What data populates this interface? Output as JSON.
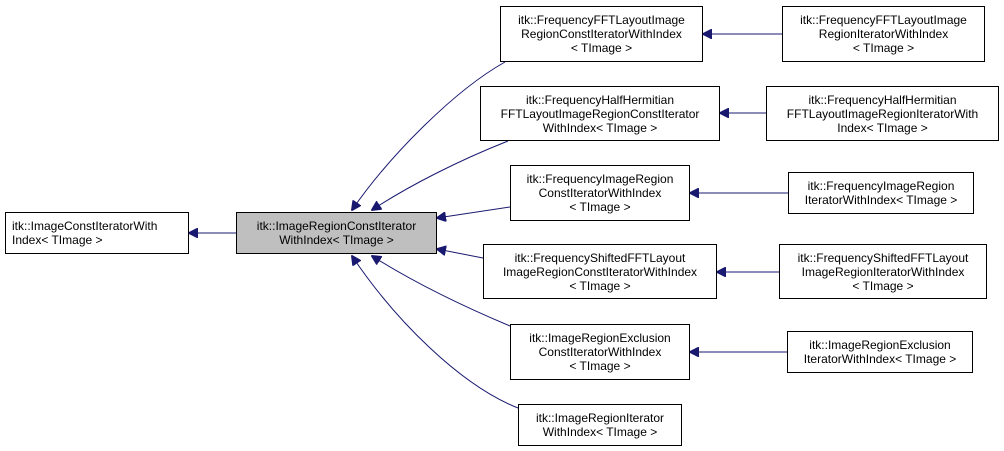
{
  "colors": {
    "edge": "#191970",
    "node_border": "#000000",
    "node_fill": "#ffffff",
    "focus_fill": "#bfbfbf"
  },
  "nodes": {
    "base": [
      "itk::ImageConstIteratorWith",
      "Index< TImage >"
    ],
    "focus": [
      "itk::ImageRegionConstIterator",
      "WithIndex< TImage >"
    ],
    "fft_const": [
      "itk::FrequencyFFTLayoutImage",
      "RegionConstIteratorWithIndex",
      "< TImage >"
    ],
    "fft": [
      "itk::FrequencyFFTLayoutImage",
      "RegionIteratorWithIndex",
      "< TImage >"
    ],
    "herm_const": [
      "itk::FrequencyHalfHermitian",
      "FFTLayoutImageRegionConstIterator",
      "WithIndex< TImage >"
    ],
    "herm": [
      "itk::FrequencyHalfHermitian",
      "FFTLayoutImageRegionIteratorWith",
      "Index< TImage >"
    ],
    "freq_const": [
      "itk::FrequencyImageRegion",
      "ConstIteratorWithIndex",
      "< TImage >"
    ],
    "freq": [
      "itk::FrequencyImageRegion",
      "IteratorWithIndex< TImage >"
    ],
    "shift_const": [
      "itk::FrequencyShiftedFFTLayout",
      "ImageRegionConstIteratorWithIndex",
      "< TImage >"
    ],
    "shift": [
      "itk::FrequencyShiftedFFTLayout",
      "ImageRegionIteratorWithIndex",
      "< TImage >"
    ],
    "excl_const": [
      "itk::ImageRegionExclusion",
      "ConstIteratorWithIndex",
      "< TImage >"
    ],
    "excl": [
      "itk::ImageRegionExclusion",
      "IteratorWithIndex< TImage >"
    ],
    "region_iter": [
      "itk::ImageRegionIterator",
      "WithIndex< TImage >"
    ]
  }
}
